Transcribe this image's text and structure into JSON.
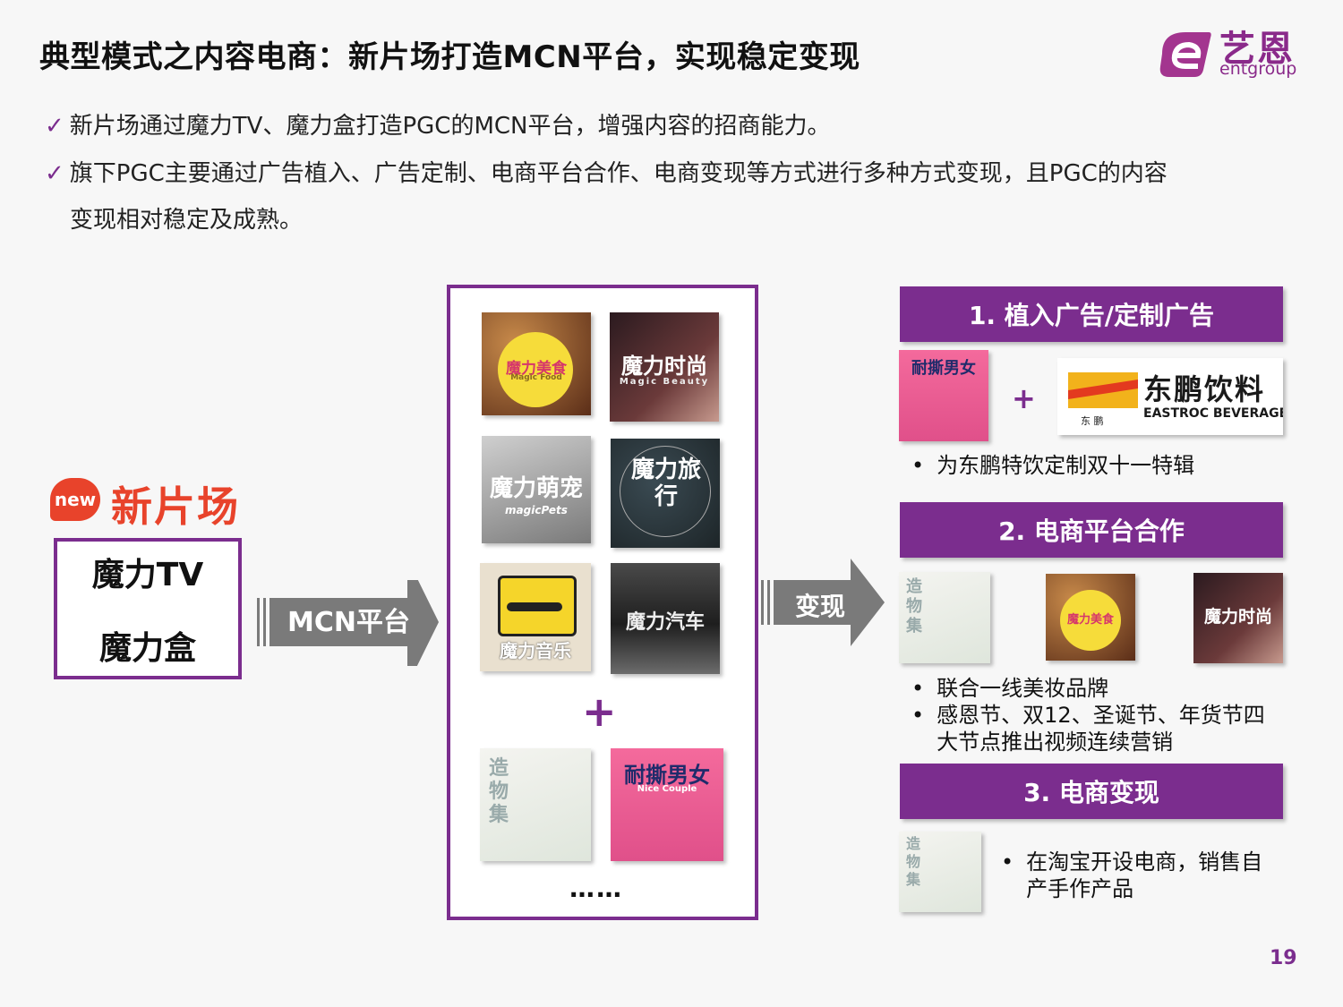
{
  "title": "典型模式之内容电商：新片场打造MCN平台，实现稳定变现",
  "logo": {
    "cn": "艺恩",
    "en": "entgroup"
  },
  "bullets": [
    "新片场通过魔力TV、魔力盒打造PGC的MCN平台，增强内容的招商能力。",
    "旗下PGC主要通过广告植入、广告定制、电商平台合作、电商变现等方式进行多种方式变现，且PGC的内容",
    "变现相对稳定及成熟。"
  ],
  "left": {
    "new_badge": "new",
    "brand": "新片场",
    "items": [
      "魔力TV",
      "魔力盒"
    ]
  },
  "arrow1_label": "MCN平台",
  "arrow2_label": "变现",
  "platform": {
    "thumbs": [
      {
        "main": "魔力美食",
        "sub": "Magic Food"
      },
      {
        "main": "魔力时尚",
        "sub": "Magic Beauty"
      },
      {
        "main": "魔力萌宠",
        "sub": "magicPets"
      },
      {
        "main": "魔力旅行",
        "sub": ""
      },
      {
        "main": "魔力音乐",
        "sub": ""
      },
      {
        "main": "魔力汽车",
        "sub": ""
      },
      {
        "main": "造物集",
        "sub": ""
      },
      {
        "main": "耐撕男女",
        "sub": "Nice Couple"
      }
    ],
    "plus": "+",
    "ellipsis": "……"
  },
  "section1": {
    "header": "1. 植入广告/定制广告",
    "plus": "+",
    "brand_cn": "东鹏饮料",
    "brand_en": "EASTROC BEVERAGE",
    "brand_small": "东 鹏",
    "bullet": "为东鹏特饮定制双十一特辑"
  },
  "section2": {
    "header": "2. 电商平台合作",
    "bullets": [
      "联合一线美妆品牌",
      "感恩节、双12、圣诞节、年货节四大节点推出视频连续营销"
    ]
  },
  "section3": {
    "header": "3. 电商变现",
    "bullet": "在淘宝开设电商，销售自产手作产品"
  },
  "page_number": "19",
  "colors": {
    "accent": "#7b2d8e",
    "brand_red": "#e8432b",
    "arrow_gray": "#7a7a7a"
  }
}
